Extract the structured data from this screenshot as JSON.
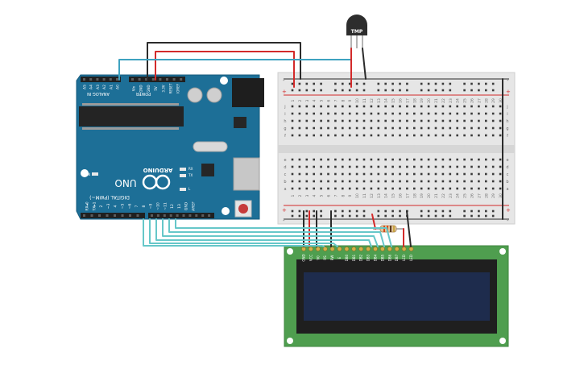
{
  "arduino": {
    "brand": "ARDUINO",
    "model": "UNO",
    "power_header": "POWER",
    "analog_header": "ANALOG IN",
    "digital_header": "DIGITAL (PWM~)",
    "on_label": "ON",
    "tx_label": "TX",
    "rx_label": "RX",
    "l_label": "L",
    "analog_pins": [
      "A0",
      "A1",
      "A2",
      "A3",
      "A4",
      "A5"
    ],
    "power_pins": [
      "Vin",
      "GND",
      "GND",
      "5V",
      "3.3V",
      "RESET",
      "IOREF"
    ],
    "digital_pins": [
      "AREF",
      "GND",
      "13",
      "12",
      "~11",
      "~10",
      "~9",
      "8",
      "7",
      "~6",
      "~5",
      "4",
      "~3",
      "2",
      "TX▸1",
      "RX◂0"
    ]
  },
  "sensor": {
    "label": "TMP"
  },
  "breadboard": {
    "plus": "+",
    "minus": "-",
    "row_letters_top": [
      "j",
      "i",
      "h",
      "g",
      "f"
    ],
    "row_letters_bottom": [
      "e",
      "d",
      "c",
      "b",
      "a"
    ],
    "columns": [
      "1",
      "2",
      "3",
      "4",
      "5",
      "6",
      "7",
      "8",
      "9",
      "10",
      "11",
      "12",
      "13",
      "14",
      "15",
      "16",
      "17",
      "18",
      "19",
      "20",
      "21",
      "22",
      "23",
      "24",
      "25",
      "26",
      "27",
      "28",
      "29",
      "30"
    ]
  },
  "lcd": {
    "pins": [
      "GND",
      "VCC",
      "V0",
      "RS",
      "RW",
      "E",
      "DB0",
      "DB1",
      "DB2",
      "DB3",
      "DB4",
      "DB5",
      "DB6",
      "DB7",
      "LED",
      "LED"
    ]
  },
  "colors": {
    "board": "#1d6f97",
    "breadboard": "#e6e6e6",
    "lcd_pcb": "#4f9e4f",
    "lcd_screen": "#1e2c4d",
    "wire_red": "#d32a2a",
    "wire_black": "#2b2b2b",
    "wire_blue": "#3ea2c0",
    "wire_teal": "#66c7c9"
  }
}
